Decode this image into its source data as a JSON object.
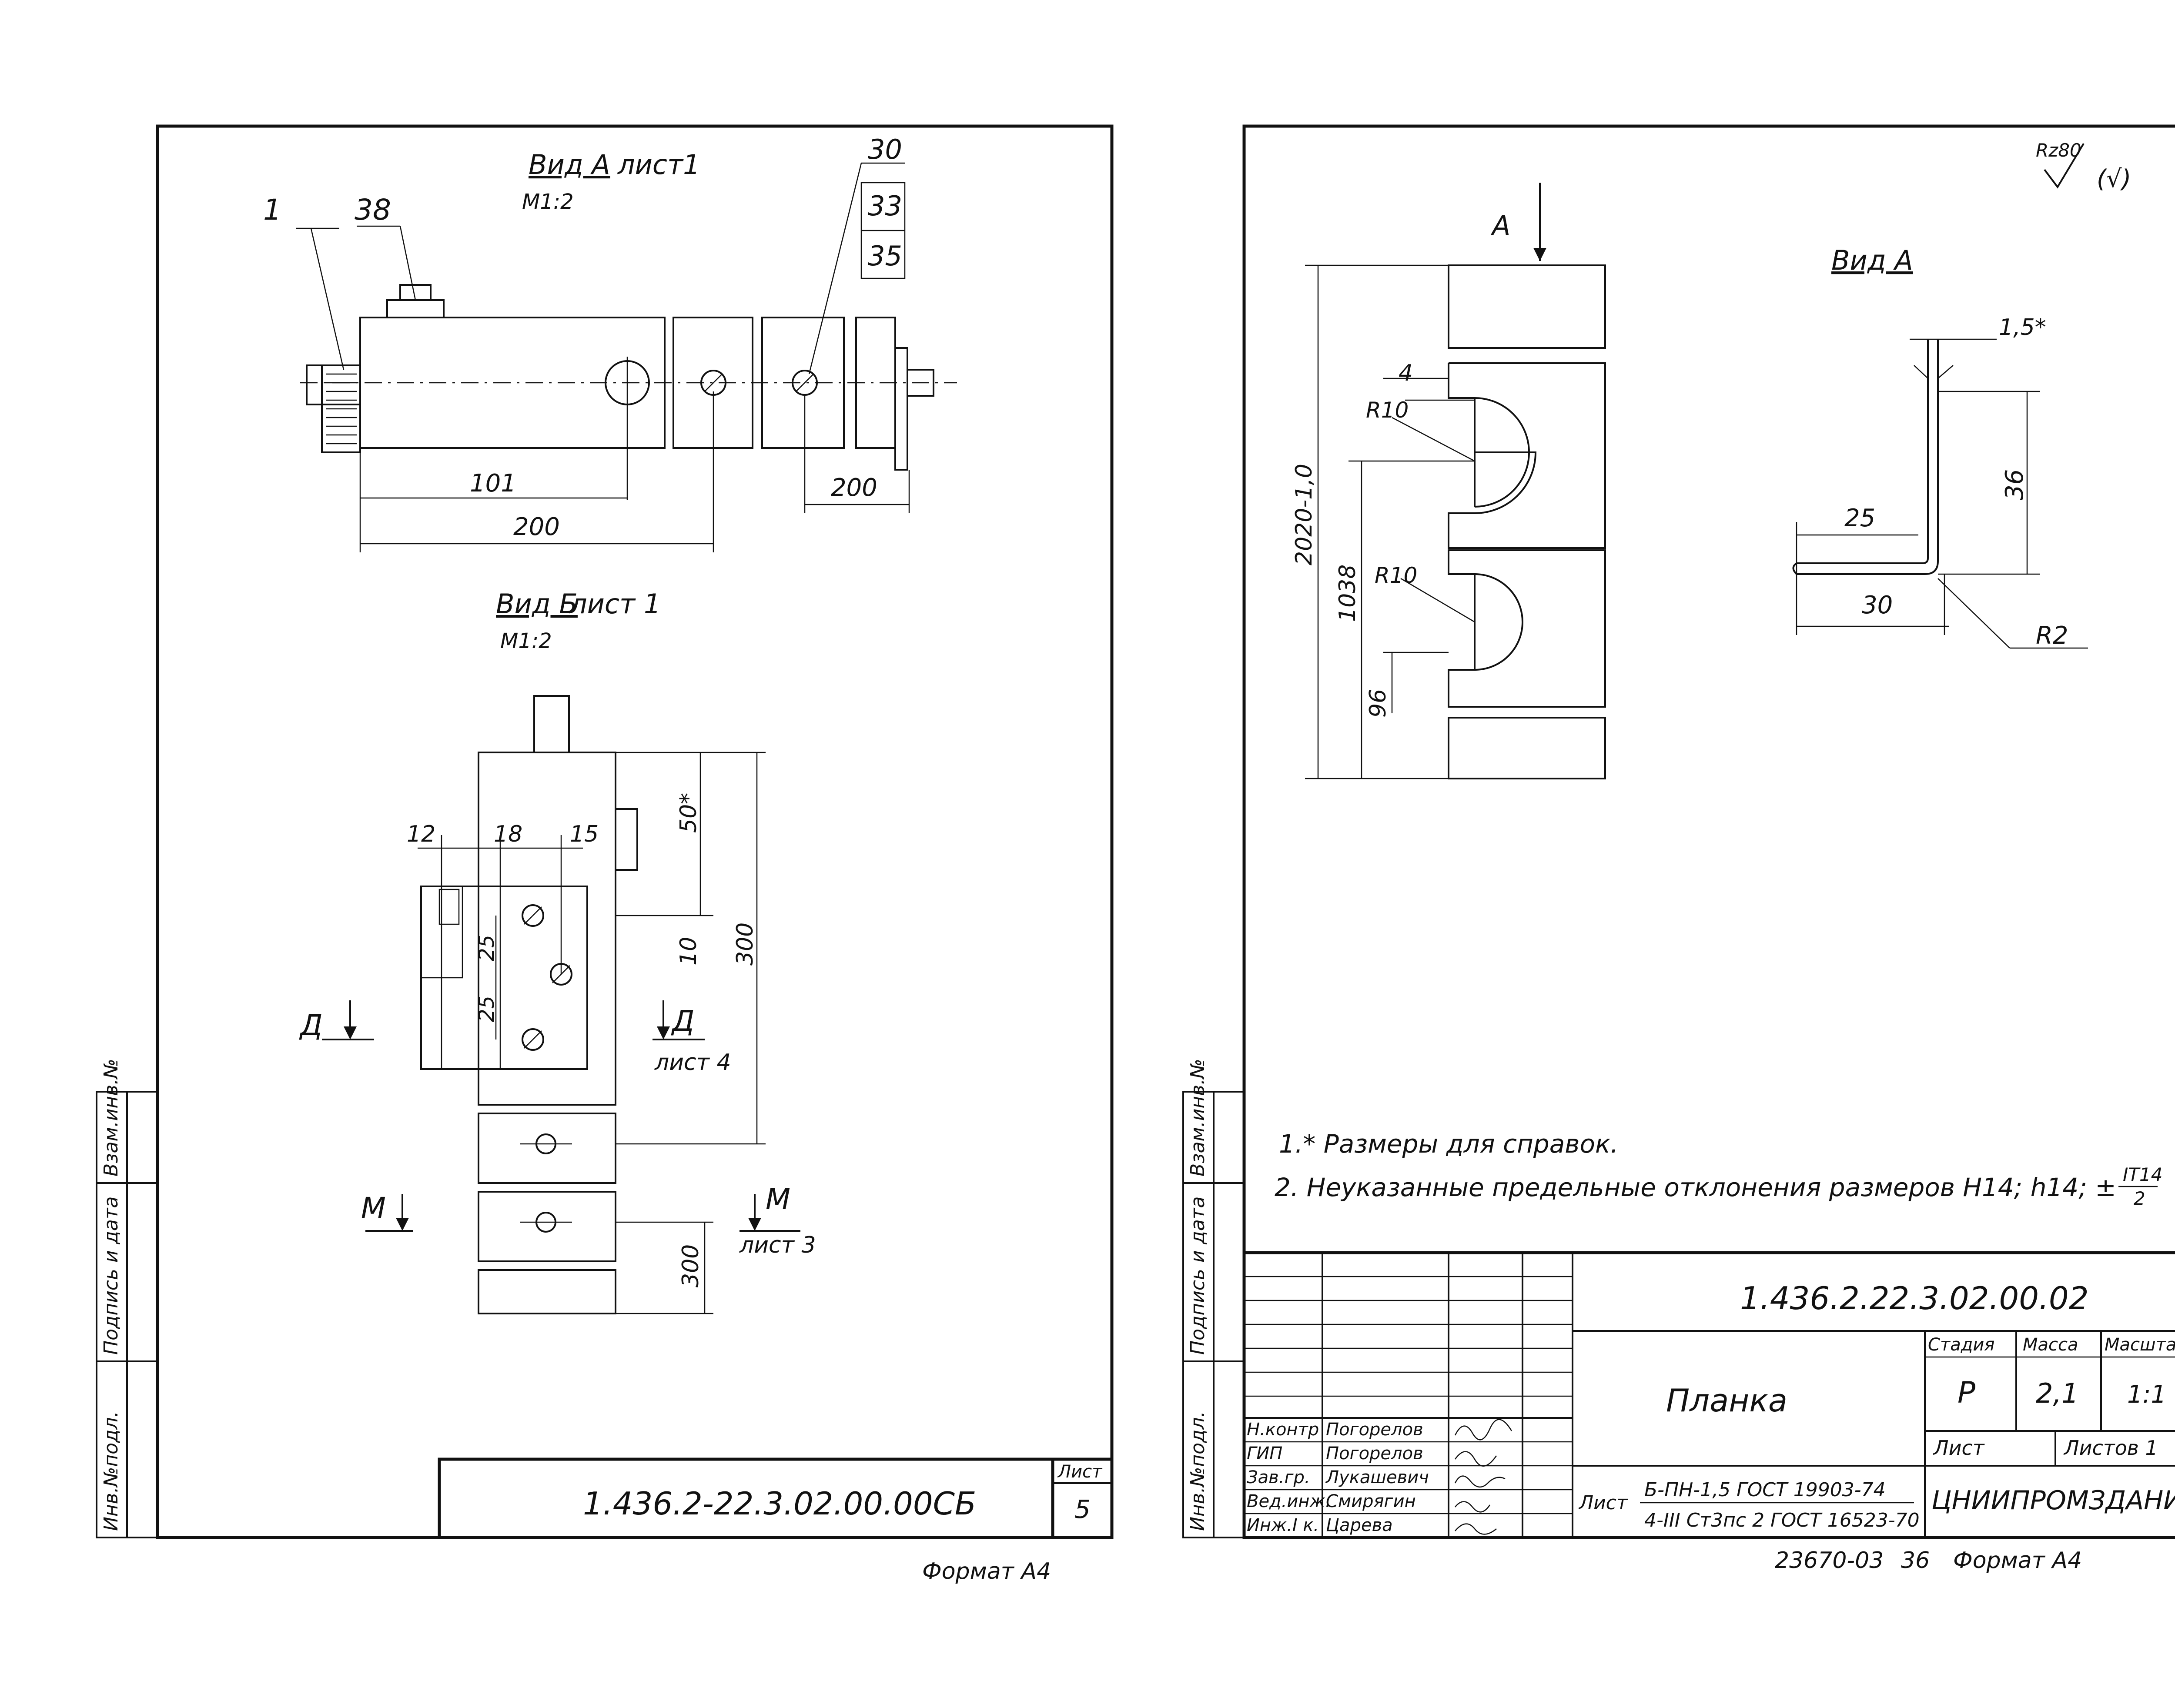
{
  "sheet_left": {
    "view_a": {
      "label": "Вид А",
      "sheet_ref": "лист1",
      "scale": "М1:2"
    },
    "view_b": {
      "label": "Вид Б",
      "sheet_ref": "лист 1",
      "scale": "М1:2"
    },
    "callouts": {
      "c1": "1",
      "c38": "38",
      "c30": "30",
      "c33": "33",
      "c35": "35"
    },
    "dims_a": {
      "d101": "101",
      "d200a": "200",
      "d200b": "200"
    },
    "dims_b": {
      "d12": "12",
      "d18": "18",
      "d15": "15",
      "d50": "50*",
      "d10": "10",
      "d300a": "300",
      "d25a": "25",
      "d25b": "25",
      "d300b": "300"
    },
    "section_marks": {
      "d_left": "Д",
      "d_right": "Д",
      "d_right_sheet": "лист 4",
      "m_left": "М",
      "m_right": "М",
      "m_right_sheet": "лист 3"
    },
    "side_stamp": {
      "inv_orig": "Инв.№подл.",
      "sign_date": "Подпись и дата",
      "inv_repl": "Взам.инв.№"
    },
    "title_block": {
      "code": "1.436.2-22.3.02.00.00СБ",
      "sheet_label": "Лист",
      "sheet_no": "5"
    },
    "format": "Формат А4"
  },
  "sheet_right": {
    "roughness": {
      "value": "Rz80",
      "extra": "(√)"
    },
    "view_arrow": "А",
    "view_a": "Вид А",
    "dims_plate": {
      "d2020": "2020-1,0",
      "d1038": "1038",
      "d96": "96",
      "d4": "4",
      "r10a": "R10",
      "r10b": "R10"
    },
    "dims_profile": {
      "d15": "1,5*",
      "d36": "36",
      "d25": "25",
      "d30": "30",
      "r2": "R2"
    },
    "notes": {
      "n1": "1.* Размеры для справок.",
      "n2": "2. Неуказанные предельные отклонения размеров Н14; h14; ±",
      "n2_frac_num": "IT14",
      "n2_frac_den": "2"
    },
    "side_stamp": {
      "inv_orig": "Инв.№подл.",
      "sign_date": "Подпись и дата",
      "inv_repl": "Взам.инв.№"
    },
    "title_block": {
      "code": "1.436.2.22.3.02.00.02",
      "name": "Планка",
      "stage_label": "Стадия",
      "mass_label": "Масса",
      "scale_label": "Масштаб",
      "stage": "Р",
      "mass": "2,1",
      "scale": "1:1",
      "sheet_label": "Лист",
      "sheets_label": "Листов 1",
      "roles": [
        "Н.контр",
        "ГИП",
        "Зав.гр.",
        "Вед.инж.",
        "Инж.I к."
      ],
      "names": [
        "Погорелов",
        "Погорелов",
        "Лукашевич",
        "Смирягин",
        "Царева"
      ],
      "material_prefix": "Лист",
      "material_top": "Б-ПН-1,5 ГОСТ 19903-74",
      "material_bottom": "4-III Ст3пс 2 ГОСТ 16523-70",
      "org": "ЦНИИПРОМЗДАНИЙ"
    },
    "doc_number": "23670-03",
    "page_no": "36",
    "format": "Формат А4"
  }
}
